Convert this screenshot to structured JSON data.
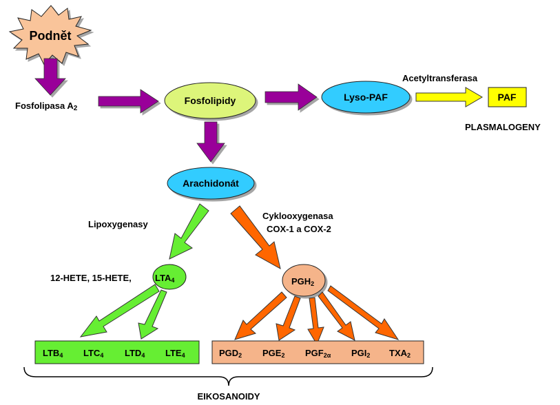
{
  "nodes": {
    "podnet": "Podnět",
    "fosfolipidy": "Fosfolipidy",
    "lyso_paf": "Lyso-PAF",
    "paf": "PAF",
    "arachidonat": "Arachidonát",
    "lta": "LTA",
    "lta_sub": "4",
    "pgh": "PGH",
    "pgh_sub": "2"
  },
  "labels": {
    "fosfolipasa": "Fosfolipasa A",
    "fosfolipasa_sub": "2",
    "acetyltransferasa": "Acetyltransferasa",
    "plasmalogeny": "PLASMALOGENY",
    "lipoxygenasy": "Lipoxygenasy",
    "cyklooxygenasa": "Cyklooxygenasa",
    "cox": "COX-1 a COX-2",
    "hete": "12-HETE, 15-HETE,",
    "eikosanoidy": "EIKOSANOIDY"
  },
  "leukotrienes": [
    {
      "base": "LTB",
      "sub": "4"
    },
    {
      "base": "LTC",
      "sub": "4"
    },
    {
      "base": "LTD",
      "sub": "4"
    },
    {
      "base": "LTE",
      "sub": "4"
    }
  ],
  "prostanoids": [
    {
      "base": "PGD",
      "sub": "2"
    },
    {
      "base": "PGE",
      "sub": "2"
    },
    {
      "base": "PGF",
      "sub": "2α"
    },
    {
      "base": "PGI",
      "sub": "2"
    },
    {
      "base": "TXA",
      "sub": "2"
    }
  ],
  "colors": {
    "podnet_fill": "#f9c49a",
    "fosfolipidy_fill": "#ddf57a",
    "blue_fill": "#33ccff",
    "paf_fill": "#ffff00",
    "green": "#66ee33",
    "orange": "#ff6600",
    "peach": "#f5b48a",
    "purple": "#990099"
  }
}
